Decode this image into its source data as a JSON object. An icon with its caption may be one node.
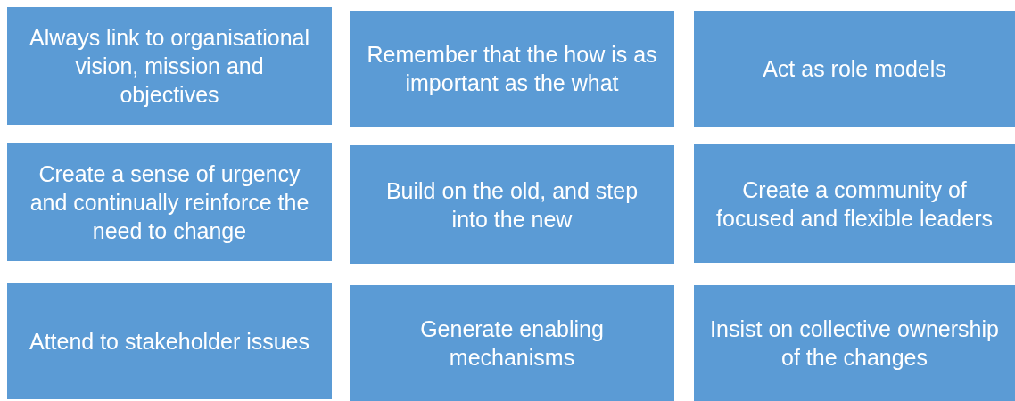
{
  "diagram": {
    "nodes": [
      {
        "text": [
          "Always link to organisational vision, mission and objectives"
        ]
      },
      {
        "text": [
          "Remember that the how is as important as the what"
        ]
      },
      {
        "text": [
          "Act as role models"
        ]
      },
      {
        "text": [
          "Create a sense of urgency and continually reinforce the need to change"
        ]
      },
      {
        "text": [
          "Build on the old, and step into the new"
        ]
      },
      {
        "text": [
          "Create a community of focused and flexible leaders"
        ]
      },
      {
        "text": [
          "Attend to stakeholder issues"
        ]
      },
      {
        "text": [
          "Generate enabling mechanisms"
        ]
      },
      {
        "text": [
          "Insist on collective ownership of the changes"
        ]
      }
    ]
  }
}
